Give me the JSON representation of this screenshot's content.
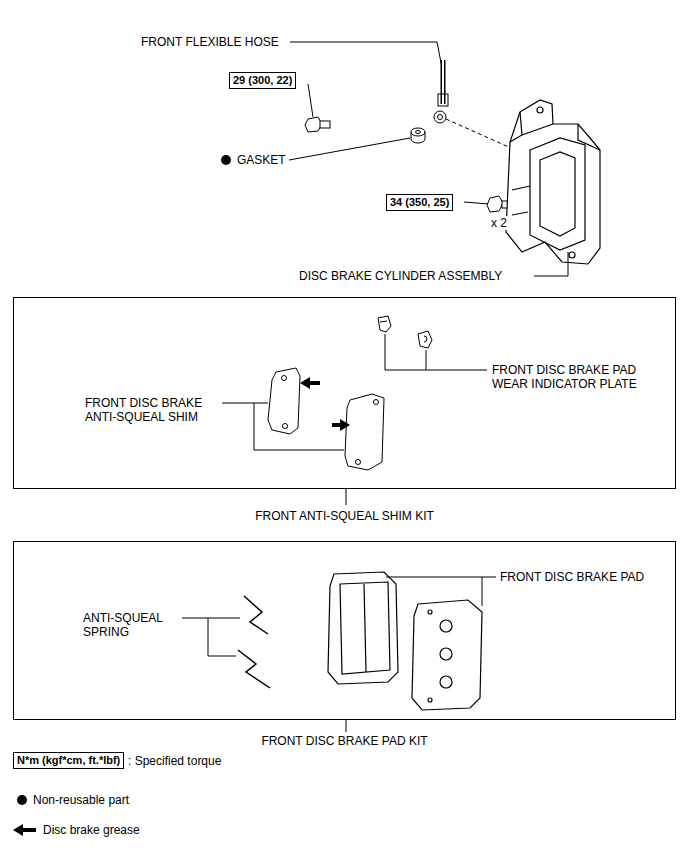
{
  "diagram": {
    "nodes": [
      {
        "text": [
          "29 (300, 22)"
        ]
      },
      {
        "text": [
          "34 (350, 25)"
        ]
      },
      {
        "text": [
          "FRONT ANTI-SQUEAL SHIM KIT"
        ]
      },
      {
        "text": [
          "FRONT DISC BRAKE PAD KIT"
        ]
      },
      {
        "text": [
          "N*m (kgf*cm, ft.*lbf)"
        ]
      }
    ],
    "labels": [
      "FRONT FLEXIBLE HOSE",
      "GASKET",
      "x 2",
      "DISC BRAKE CYLINDER ASSEMBLY",
      "FRONT DISC BRAKE PAD WEAR INDICATOR PLATE",
      "FRONT DISC BRAKE ANTI-SQUEAL SHIM",
      "ANTI-SQUEAL SPRING",
      "FRONT DISC BRAKE PAD"
    ],
    "legend": [
      {
        "text": ": Specified torque"
      },
      {
        "text": "Non-reusable part"
      },
      {
        "text": "Disc brake grease"
      }
    ]
  }
}
